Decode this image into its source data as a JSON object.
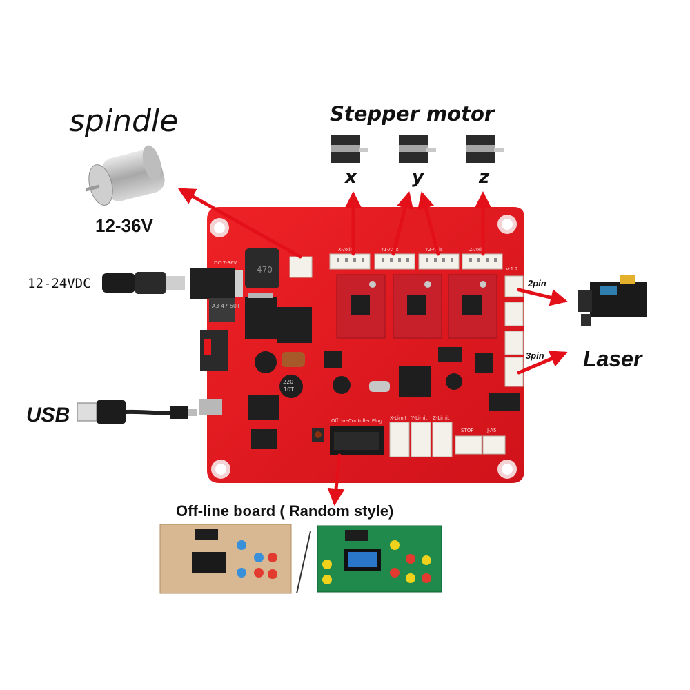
{
  "labels": {
    "spindle": "spindle",
    "spindle_voltage": "12-36V",
    "stepper_motor": "Stepper motor",
    "axis_x": "x",
    "axis_y": "y",
    "axis_z": "z",
    "dc_input": "12-24VDC",
    "usb": "USB",
    "laser": "Laser",
    "pin2": "2pin",
    "pin3": "3pin",
    "offline_board": "Off-line board ( Random style)"
  },
  "board_silkscreen": {
    "dc_range": "DC:7-36V",
    "x_axis": "X-Axis",
    "y1_axis": "Y1-Axis",
    "y2_axis": "Y2-Axis",
    "z_axis": "Z-Axis",
    "version": "V:1.2",
    "offline_plug": "OffLineContoller Plug",
    "x_limit": "X-Limit",
    "y_limit": "Y-Limit",
    "z_limit": "Z-Limit",
    "stop": "STOP",
    "j_a5": "J-A5",
    "inductor": "470",
    "capacitor_top": "220",
    "capacitor_mid": "10T",
    "polyfuse": "A3 47 50T"
  },
  "colors": {
    "board": "#e5171c",
    "arrow": "#e3101a",
    "driver": "#c8202a",
    "connector": "#f4f1ea"
  },
  "icons": [
    "spindle-motor-icon",
    "stepper-motor-icon",
    "laser-module-icon",
    "dc-barrel-plug-icon",
    "usb-cable-icon"
  ]
}
